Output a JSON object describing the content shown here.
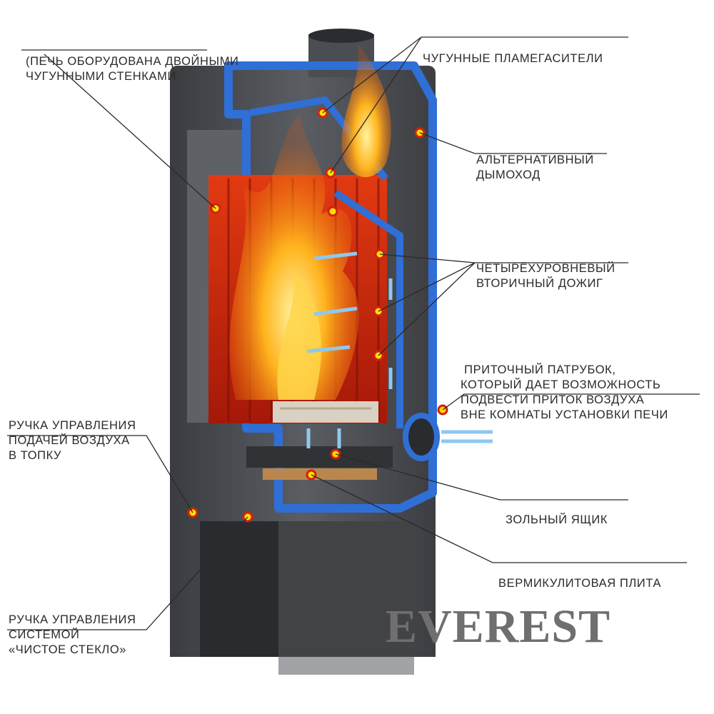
{
  "labels": {
    "double_walls": [
      "(ПЕЧЬ ОБОРУДОВАНА ДВОЙНЫМИ",
      "ЧУГУННЫМИ СТЕНКАМИ"
    ],
    "flame_arresters": [
      "ЧУГУННЫЕ ПЛАМЕГАСИТЕЛИ"
    ],
    "alt_chimney": [
      "АЛЬТЕРНАТИВНЫЙ",
      "ДЫМОХОД"
    ],
    "afterburn": [
      "ЧЕТЫРЁХУРОВНЕВЫЙ",
      "ВТОРИЧНЫЙ ДОЖИГ"
    ],
    "air_intake": [
      " ПРИТОЧНЫЙ ПАТРУБОК,",
      "КОТОРЫЙ ДАЕТ ВОЗМОЖНОСТЬ",
      "ПОДВЕСТИ ПРИТОК ВОЗДУХА",
      "ВНЕ КОМНАТЫ УСТАНОВКИ ПЕЧИ"
    ],
    "air_control": [
      "РУЧКА УПРАВЛЕНИЯ",
      "ПОДАЧЕЙ ВОЗДУХА",
      "В ТОПКУ"
    ],
    "ash_box": [
      "ЗОЛЬНЫЙ ЯЩИК"
    ],
    "vermiculite": [
      "ВЕРМИКУЛИТОВАЯ ПЛИТА"
    ],
    "clean_glass": [
      "РУЧКА УПРАВЛЕНИЯ",
      "СИСТЕМОЙ",
      "«ЧИСТОЕ СТЕКЛО»"
    ]
  },
  "logo": {
    "text": "EVEREST",
    "color": "#6f6f6f"
  },
  "colors": {
    "insulation": "#2f6fd6",
    "stove_body": "#4a4d52",
    "firebox": "#c4220f",
    "flame": "#ff9a1a",
    "marker": "#ffe000",
    "air": "#8fc8f0"
  }
}
